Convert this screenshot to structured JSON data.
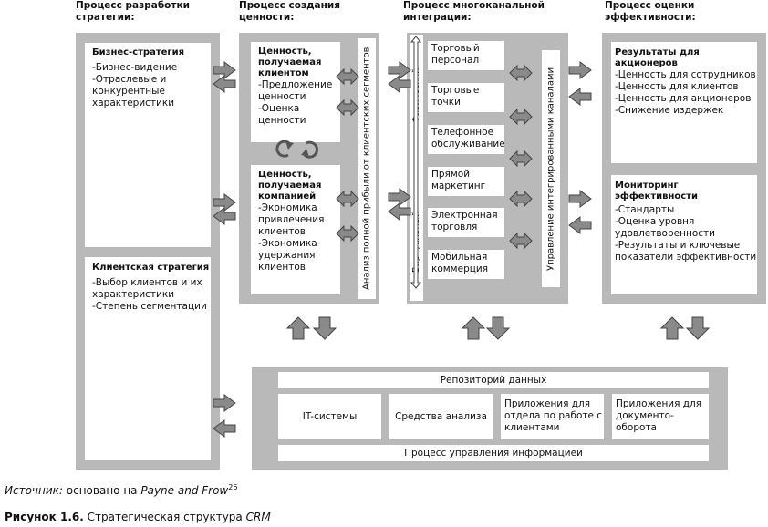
{
  "headers": {
    "strategy": "Процесс разработки стратегии:",
    "value": "Процесс создания ценности:",
    "multichannel": "Процесс многоканальной интеграции:",
    "performance": "Процесс оценки эффективности:"
  },
  "strategy": {
    "business": {
      "title": "Бизнес-стратегия",
      "items": [
        "Бизнес-видение",
        "Отраслевые и конкурентные характеристики"
      ]
    },
    "customer": {
      "title": "Клиентская стратегия",
      "items": [
        "Выбор клиентов и их характеристики",
        "Степень сегментации"
      ]
    }
  },
  "value": {
    "customer_value": {
      "title": "Ценность, получаемая клиентом",
      "items": [
        "Предложение ценности",
        "Оценка ценности"
      ]
    },
    "company_value": {
      "title": "Ценность, получаемая компанией",
      "items": [
        "Экономика привлечения клиентов",
        "Экономика удержания клиентов"
      ]
    },
    "vertical_label": "Анализ полной прибыли от клиентских сегментов"
  },
  "multichannel": {
    "channels": [
      "Торговый персонал",
      "Торговые точки",
      "Телефонное обслуживание",
      "Прямой маркетинг",
      "Электронная торговля",
      "Мобильная коммерция"
    ],
    "physical_label": "Физический",
    "virtual_label": "Виртуальный",
    "integrated_label": "Управление интегрированными каналами"
  },
  "performance": {
    "shareholder": {
      "title": "Результаты для акционеров",
      "items": [
        "Ценность для сотрудников",
        "Ценность для клиентов",
        "Ценность для акционеров",
        "Снижение издержек"
      ]
    },
    "monitoring": {
      "title": "Мониторинг эффективности",
      "items": [
        "Стандарты",
        "Оценка уровня удовлетворенности",
        "Результаты и ключевые показатели эффективности"
      ]
    }
  },
  "info": {
    "repository": "Репозиторий данных",
    "it": "IT-системы",
    "analysis": "Средства анализа",
    "back_office": "Приложения для отдела по работе с клиентами",
    "front_office": "Приложения для документо-оборота",
    "process": "Процесс управления информацией"
  },
  "caption": {
    "source_label": "Источник:",
    "source_text": "основано на",
    "source_ref": "Payne and Frow",
    "source_sup": "26",
    "figure_label": "Рисунок 1.6.",
    "figure_text": "Стратегическая структура",
    "figure_ref": "CRM"
  },
  "colors": {
    "panel": "#b9b9b9",
    "arrow_fill": "#8a8a8a",
    "arrow_stroke": "#444444"
  }
}
